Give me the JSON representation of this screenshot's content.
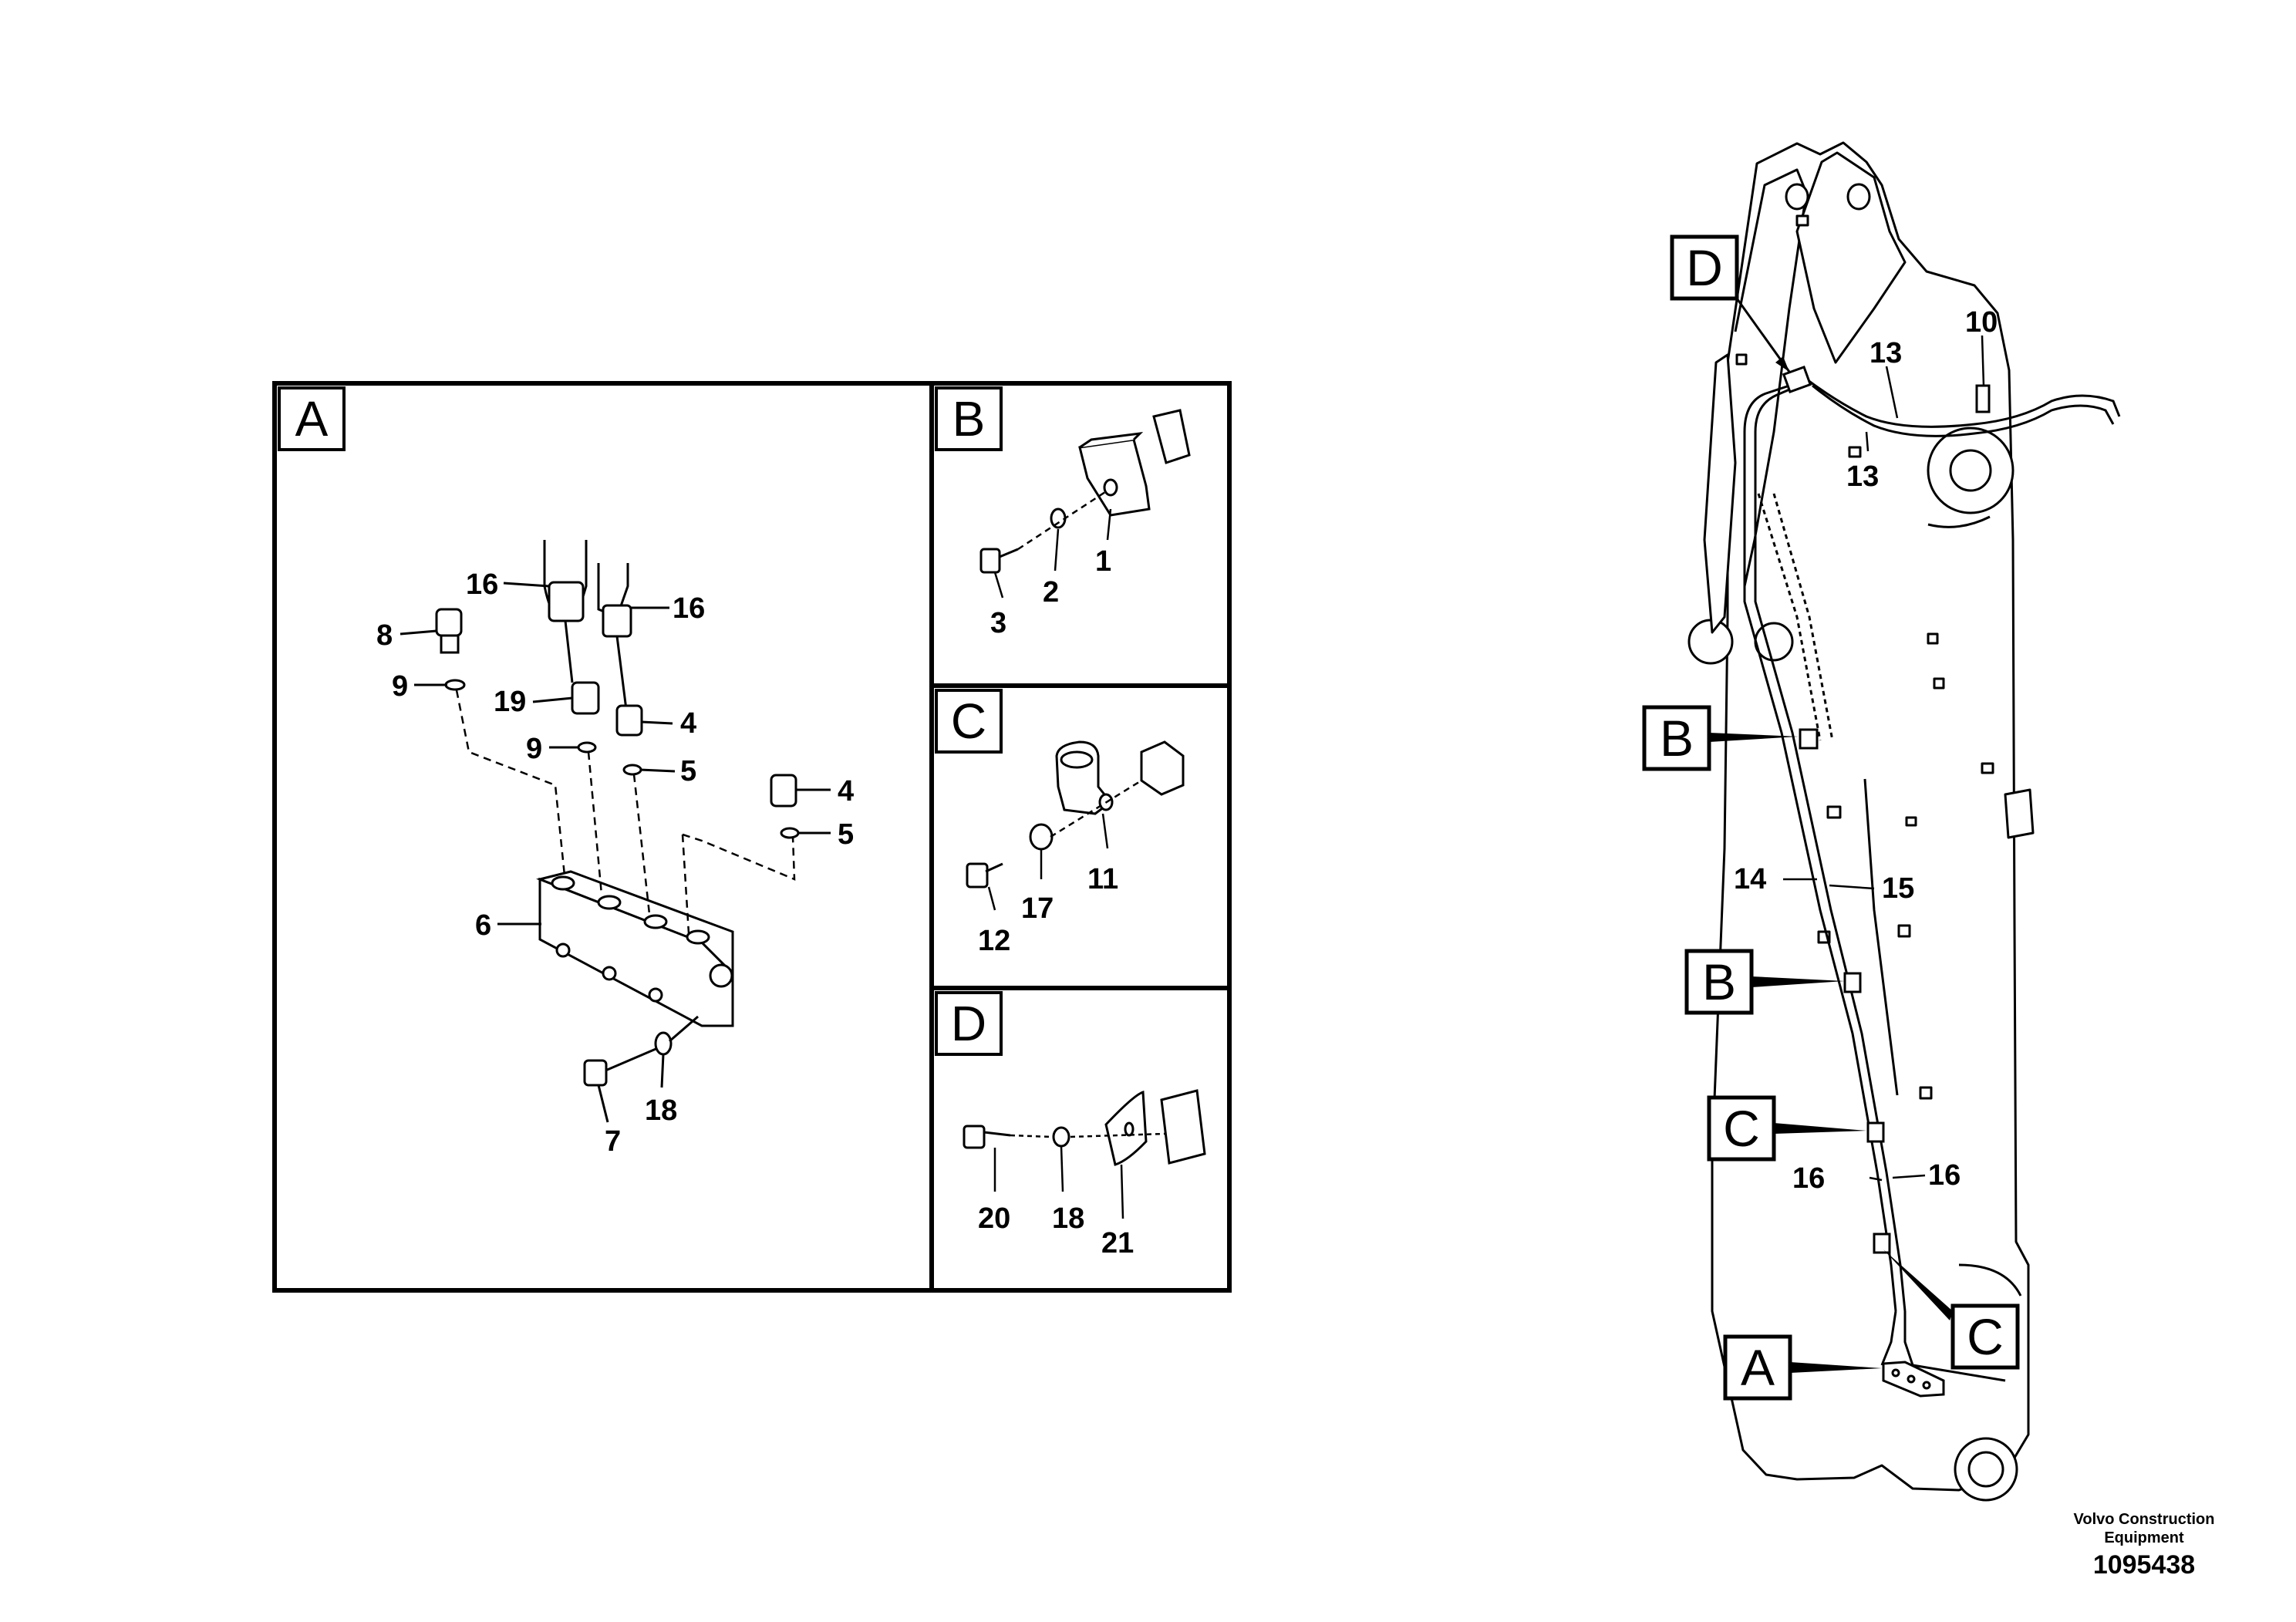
{
  "panels": {
    "A": {
      "letter": "A"
    },
    "B": {
      "letter": "B"
    },
    "C": {
      "letter": "C"
    },
    "D": {
      "letter": "D"
    }
  },
  "callouts": {
    "D": "D",
    "B1": "B",
    "B2": "B",
    "C1": "C",
    "C2": "C",
    "A": "A"
  },
  "labels": {
    "pA": {
      "n16a": "16",
      "n16b": "16",
      "n8": "8",
      "n9a": "9",
      "n19": "19",
      "n4a": "4",
      "n9b": "9",
      "n5a": "5",
      "n4b": "4",
      "n5b": "5",
      "n6": "6",
      "n18": "18",
      "n7": "7"
    },
    "pB": {
      "n1": "1",
      "n2": "2",
      "n3": "3"
    },
    "pC": {
      "n11": "11",
      "n17": "17",
      "n12": "12"
    },
    "pD": {
      "n20": "20",
      "n18": "18",
      "n21": "21"
    },
    "boom": {
      "n10": "10",
      "n13a": "13",
      "n13b": "13",
      "n14": "14",
      "n15": "15",
      "n16a": "16",
      "n16b": "16"
    }
  },
  "footer": {
    "brand_line1": "Volvo Construction",
    "brand_line2": "Equipment",
    "drawing_number": "1095438"
  }
}
